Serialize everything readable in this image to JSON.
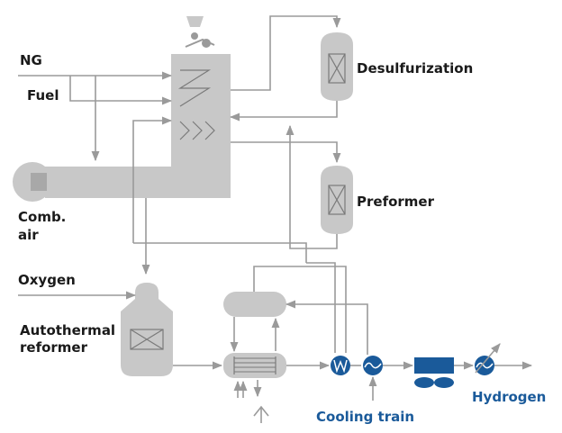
{
  "labels": {
    "ng": "NG",
    "fuel": "Fuel",
    "comb_air_line1": "Comb.",
    "comb_air_line2": "air",
    "oxygen": "Oxygen",
    "atr_line1": "Autothermal",
    "atr_line2": "reformer",
    "desulfurization": "Desulfurization",
    "preformer": "Preformer",
    "cooling_train": "Cooling train",
    "hydrogen": "Hydrogen"
  },
  "colors": {
    "equipment_gray": "#c8c8c8",
    "pipe_gray": "#9a9a9a",
    "accent_blue": "#1a5a9a",
    "text_dark": "#1a1a1a"
  }
}
